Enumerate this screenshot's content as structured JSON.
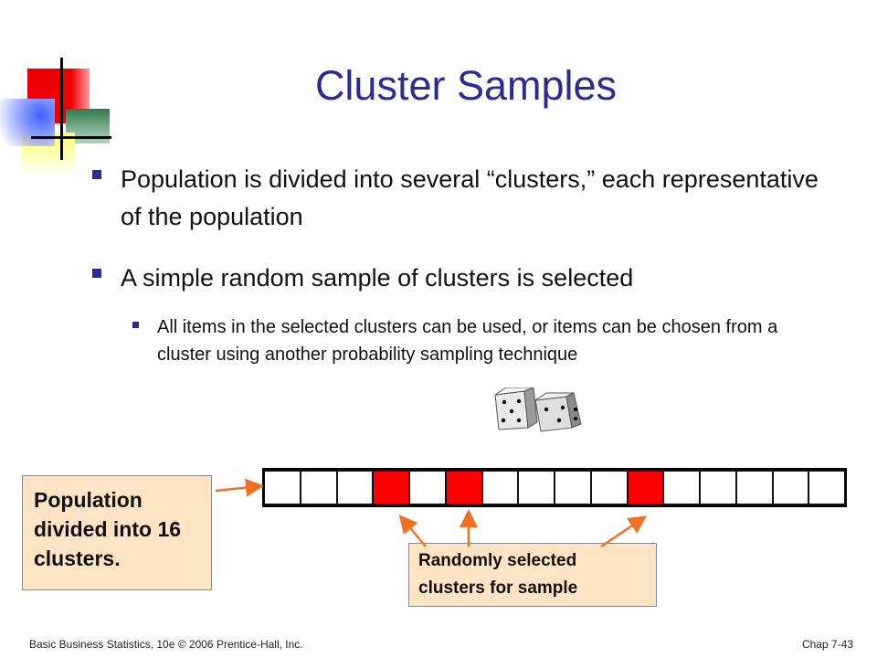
{
  "slide": {
    "title": "Cluster Samples",
    "bullets": [
      "Population is divided into several “clusters,” each representative of the population",
      "A simple random sample of clusters is selected"
    ],
    "sub_bullet": "All items in the selected clusters can be used, or items can be chosen from a cluster using another probability sampling technique"
  },
  "diagram": {
    "population_label": "Population divided into 16 clusters.",
    "selected_label": "Randomly selected clusters for sample",
    "cluster_count": 16,
    "selected_clusters": [
      4,
      6,
      11
    ],
    "colors": {
      "selected": "#ff0000",
      "unselected": "#ffffff",
      "callout_fill": "#fce4c4",
      "arrow": "#f07020"
    }
  },
  "footer": {
    "left": "Basic Business Statistics, 10e © 2006 Prentice-Hall, Inc.",
    "right": "Chap 7-43"
  },
  "colors": {
    "title": "#2b2b96",
    "bullet": "#2b2b96"
  },
  "icons": [
    "dice-icon",
    "bullet-square-icon"
  ]
}
